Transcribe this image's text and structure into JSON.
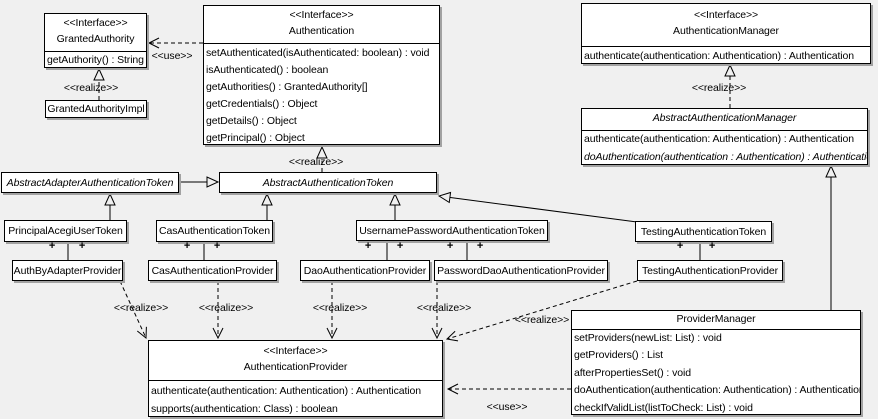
{
  "labels": {
    "use": "<<use>>",
    "realize": "<<realize>>",
    "plus": "+"
  },
  "colors": {
    "background": "#f0f0f0",
    "box_fill": "#ffffff",
    "line": "#000000",
    "shadow": "#a2a2a2"
  },
  "classes": {
    "granted_authority": {
      "stereotype": "<<Interface>>",
      "name": "GrantedAuthority",
      "methods": [
        "getAuthority() : String"
      ]
    },
    "granted_authority_impl": {
      "name": "GrantedAuthorityImpl"
    },
    "authentication": {
      "stereotype": "<<Interface>>",
      "name": "Authentication",
      "methods": [
        "setAuthenticated(isAuthenticated: boolean) : void",
        "isAuthenticated() : boolean",
        "getAuthorities() : GrantedAuthority[]",
        "getCredentials() : Object",
        "getDetails() : Object",
        "getPrincipal() : Object"
      ]
    },
    "authentication_manager": {
      "stereotype": "<<Interface>>",
      "name": "AuthenticationManager",
      "methods": [
        "authenticate(authentication: Authentication) : Authentication"
      ]
    },
    "abstract_authentication_manager": {
      "name": "AbstractAuthenticationManager",
      "methods": [
        "authenticate(authentication: Authentication) : Authentication",
        "doAuthentication(authentication : Authentication) : Authentication"
      ]
    },
    "abstract_adapter_authentication_token": {
      "name": "AbstractAdapterAuthenticationToken"
    },
    "abstract_authentication_token": {
      "name": "AbstractAuthenticationToken"
    },
    "principal_acegi_user_token": {
      "name": "PrincipalAcegiUserToken"
    },
    "cas_authentication_token": {
      "name": "CasAuthenticationToken"
    },
    "username_password_authentication_token": {
      "name": "UsernamePasswordAuthenticationToken"
    },
    "testing_authentication_token": {
      "name": "TestingAuthenticationToken"
    },
    "auth_by_adapter_provider": {
      "name": "AuthByAdapterProvider"
    },
    "cas_authentication_provider": {
      "name": "CasAuthenticationProvider"
    },
    "dao_authentication_provider": {
      "name": "DaoAuthenticationProvider"
    },
    "password_dao_authentication_provider": {
      "name": "PasswordDaoAuthenticationProvider"
    },
    "testing_authentication_provider": {
      "name": "TestingAuthenticationProvider"
    },
    "authentication_provider": {
      "stereotype": "<<Interface>>",
      "name": "AuthenticationProvider",
      "methods": [
        "authenticate(authentication: Authentication) : Authentication",
        "supports(authentication: Class) : boolean"
      ]
    },
    "provider_manager": {
      "name": "ProviderManager",
      "methods": [
        "setProviders(newList: List) : void",
        "getProviders() : List",
        "afterPropertiesSet() : void",
        "doAuthentication(authentication: Authentication) : Authentication",
        "checkIfValidList(listToCheck: List) : void"
      ]
    }
  }
}
